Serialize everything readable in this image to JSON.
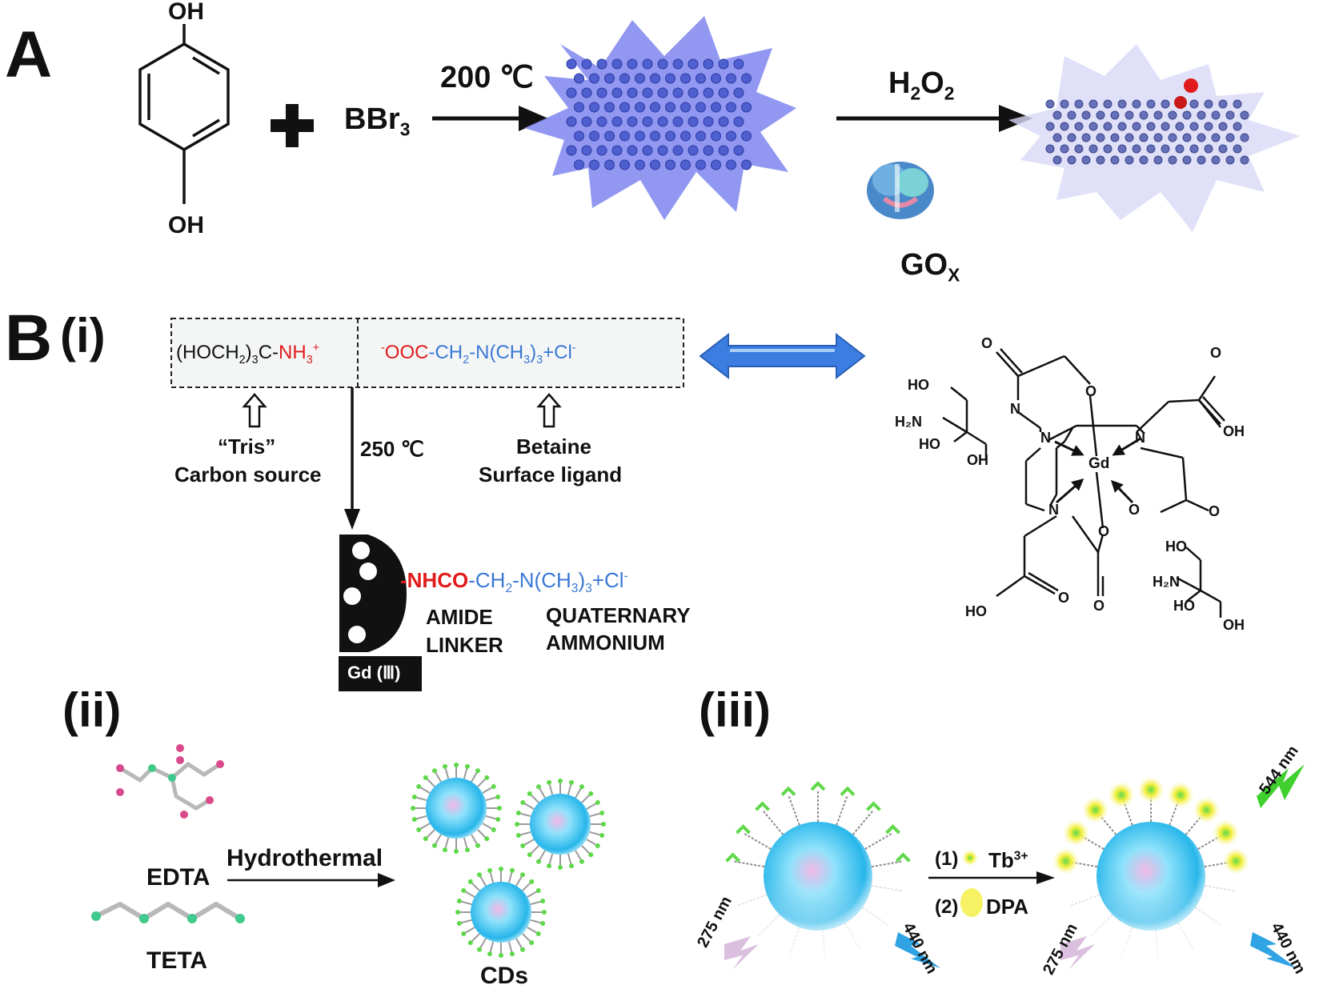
{
  "panel_a": {
    "label": "A",
    "oh_top": "OH",
    "oh_bottom": "OH",
    "reagent": "BBr",
    "reagent_sub": "3",
    "temp": "200 ℃",
    "oxidant": "H",
    "oxidant_sub": "2",
    "oxidant_o": "O",
    "oxidant_sub2": "2",
    "enzyme": "GO",
    "enzyme_sub": "X"
  },
  "panel_b": {
    "label": "B",
    "sub_i": "(i)",
    "tris_formula": "(HOCH",
    "tris_sub": "2",
    "tris_rest": ")",
    "tris_sub2": "3",
    "tris_c": "C-",
    "tris_nh3": "NH",
    "tris_nh3_sub": "3",
    "tris_sup": "+",
    "betaine_minus": "-",
    "betaine_ooc": "OOC",
    "betaine_rest": "-CH",
    "betaine_sub": "2",
    "betaine_n": "-N(CH",
    "betaine_sub2": "3",
    "betaine_close": ")",
    "betaine_sub3": "3",
    "betaine_cl": "+Cl",
    "betaine_cl_sup": "-",
    "tris_caption_1": "“Tris”",
    "tris_caption_2": "Carbon source",
    "temp": "250 ℃",
    "betaine_caption_1": "Betaine",
    "betaine_caption_2": "Surface ligand",
    "product_nhco": "-NHCO",
    "product_rest": "-CH",
    "product_sub": "2",
    "product_n": "-N(CH",
    "product_sub2": "3",
    "product_close": ")",
    "product_sub3": "3",
    "product_cl": "+Cl",
    "product_cl_sup": "-",
    "amide_1": "AMIDE",
    "amide_2": "LINKER",
    "quat_1": "QUATERNARY",
    "quat_2": "AMMONIUM",
    "gd_tag": "Gd (Ⅲ)"
  },
  "structure": {
    "ho1": "HO",
    "h2n1": "H₂N",
    "ho2": "HO",
    "oh1": "OH",
    "o_top": "O",
    "n_top": "N",
    "o_ether": "O",
    "o_right": "O",
    "oh_right": "OH",
    "n_left": "N",
    "n_right": "N",
    "gd": "Gd",
    "n_bottom": "N",
    "o_ring1": "O",
    "o_ring2": "O",
    "o_ring3": "O",
    "o_carb": "O",
    "ho_bl": "HO",
    "o_bl": "O",
    "o_bm": "O",
    "ho3": "HO",
    "h2n2": "H₂N",
    "ho4": "HO",
    "oh2": "OH"
  },
  "panel_ii": {
    "label": "(ii)",
    "edta": "EDTA",
    "teta": "TETA",
    "process": "Hydrothermal",
    "product": "CDs"
  },
  "panel_iii": {
    "label": "(iii)",
    "step1": "(1)",
    "step1_ion": "Tb",
    "step1_sup": "3+",
    "step2": "(2)",
    "step2_reagent": "DPA",
    "ex_left": "275 nm",
    "em_left": "440 nm",
    "ex_right": "275 nm",
    "em_right": "440 nm",
    "em_tb": "544 nm"
  },
  "colors": {
    "graphene_blue": "#5b6fd6",
    "glow_violet": "#8b8ff0",
    "red_text": "#e11b1b",
    "blue_text": "#3a78d4",
    "arrow_blue": "#3b7de0",
    "cd_cyan": "#5fd0f2",
    "tb_yellow": "#f2ea3a",
    "em_green": "#3fcf2e"
  }
}
